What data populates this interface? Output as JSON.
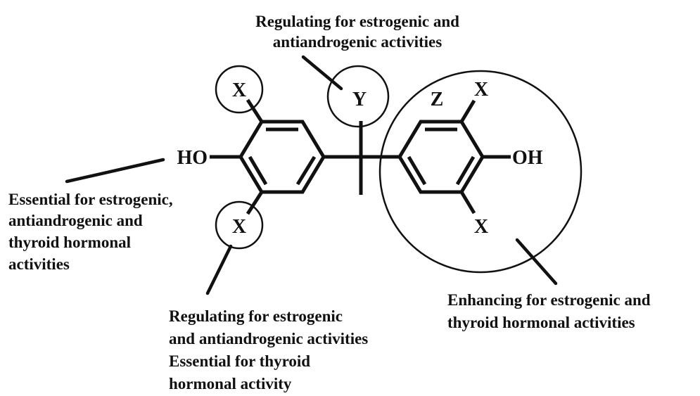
{
  "structure": {
    "atoms": {
      "x_top_left": "X",
      "x_bottom_left": "X",
      "ho_left": "HO",
      "y_bridge": "Y",
      "z_right": "Z",
      "x_top_right": "X",
      "oh_right": "OH",
      "x_bottom_right": "X"
    }
  },
  "annotations": {
    "bridge": {
      "lines": [
        "Regulating for estrogenic and",
        "antiandrogenic activities"
      ]
    },
    "hydroxyl": {
      "lines": [
        "Essential for estrogenic,",
        "antiandrogenic and",
        "thyroid hormonal",
        "activities"
      ]
    },
    "ortho_substituent": {
      "lines": [
        "Regulating for estrogenic",
        "and antiandrogenic activities",
        "Essential for thyroid",
        "hormonal activity"
      ]
    },
    "second_ring": {
      "lines": [
        "Enhancing for estrogenic and",
        "thyroid hormonal activities"
      ]
    }
  }
}
